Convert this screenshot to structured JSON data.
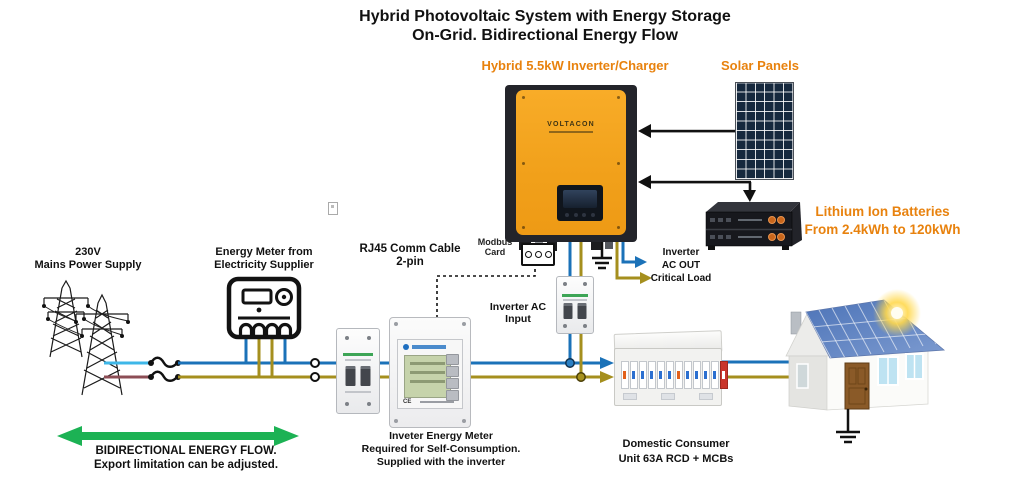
{
  "title": {
    "line1": "Hybrid Photovoltaic System with Energy Storage",
    "line2": "On-Grid. Bidirectional Energy Flow"
  },
  "inverter": {
    "label": "Hybrid 5.5kW Inverter/Charger",
    "brand": "VOLTACON"
  },
  "solar": {
    "label": "Solar Panels"
  },
  "battery": {
    "line1": "Lithium Ion  Batteries",
    "line2": "From 2.4kWh to 120kWh"
  },
  "mains": {
    "line1": "230V",
    "line2": "Mains Power Supply"
  },
  "supplier_meter": {
    "line1": "Energy Meter from",
    "line2": "Electricity Supplier"
  },
  "comm_cable": {
    "line1": "RJ45 Comm Cable",
    "line2": "2-pin"
  },
  "modbus": {
    "line1": "Modbus",
    "line2": "Card"
  },
  "ac_input": {
    "label": "Inverter AC Input"
  },
  "ac_out": {
    "line1": "Inverter",
    "line2": "AC OUT",
    "line3": "Critical Load"
  },
  "inverter_meter": {
    "ce_mark": "CE",
    "caption1": "Inveter Energy Meter",
    "caption2": "Required for Self-Consumption.",
    "caption3": "Supplied with the inverter"
  },
  "consumer_unit": {
    "line1": "Domestic Consumer",
    "line2": "Unit 63A RCD + MCBs"
  },
  "flow": {
    "line1": "BIDIRECTIONAL ENERGY FLOW.",
    "line2": "Export limitation can be adjusted."
  },
  "colors": {
    "orange_text": "#E8820E",
    "inverter_orange": "#F5A41F",
    "panel_navy": "#16293E",
    "wire_blue": "#1B72B8",
    "wire_cyan": "#3EB7E8",
    "wire_olive": "#A58F1E",
    "wire_maroon": "#8C4D55",
    "arrow_green": "#1CB254",
    "lcd_green": "#C6D3AB"
  }
}
